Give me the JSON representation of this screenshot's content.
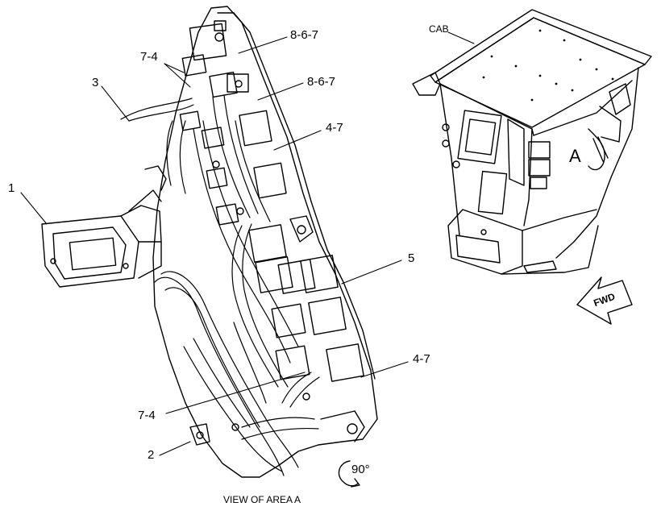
{
  "diagram": {
    "caption": "VIEW OF AREA  A",
    "rotation_label": "90°",
    "cab_label": "CAB",
    "area_letter": "A",
    "direction_label": "FWD",
    "callouts": [
      {
        "id": "c-1",
        "text": "1"
      },
      {
        "id": "c-2",
        "text": "2"
      },
      {
        "id": "c-3",
        "text": "3"
      },
      {
        "id": "c-5",
        "text": "5"
      },
      {
        "id": "c-7-4-top",
        "text": "7-4"
      },
      {
        "id": "c-7-4-bottom",
        "text": "7-4"
      },
      {
        "id": "c-8-6-7-top",
        "text": "8-6-7"
      },
      {
        "id": "c-8-6-7-mid",
        "text": "8-6-7"
      },
      {
        "id": "c-4-7-top",
        "text": "4-7"
      },
      {
        "id": "c-4-7-bottom",
        "text": "4-7"
      }
    ]
  }
}
